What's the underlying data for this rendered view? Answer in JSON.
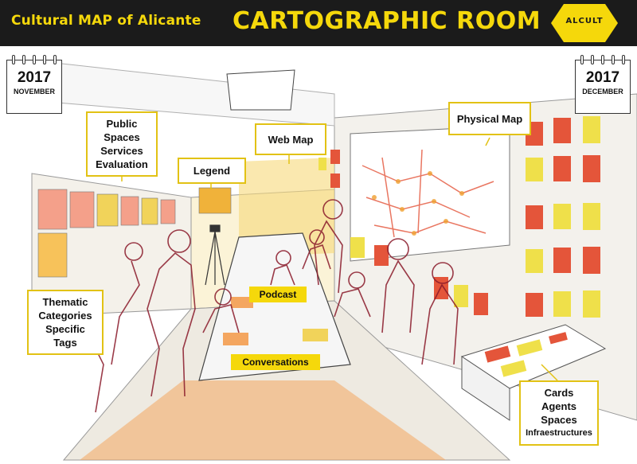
{
  "header": {
    "subtitle": "Cultural MAP of Alicante",
    "title": "CARTOGRAPHIC ROOM",
    "logo_text": "ALCULT"
  },
  "calendars": {
    "start": {
      "year": "2017",
      "month": "NOVEMBER"
    },
    "end": {
      "year": "2017",
      "month": "DECEMBER"
    }
  },
  "callouts": {
    "public_spaces": [
      "Public",
      "Spaces",
      "Services",
      "Evaluation"
    ],
    "legend": "Legend",
    "web_map": "Web Map",
    "physical_map": "Physical Map",
    "thematic": [
      "Thematic",
      "Categories",
      "Specific",
      "Tags"
    ],
    "cards": [
      "Cards",
      "Agents",
      "Spaces",
      "Infraestructures"
    ]
  },
  "labels": {
    "podcast": "Podcast",
    "conversations": "Conversations"
  },
  "colors": {
    "header_bg": "#1b1b1b",
    "accent_yellow": "#f5d80b",
    "callout_border": "#e2c214",
    "panel_red": "#e4553a",
    "panel_yellow": "#efe04a",
    "figure_outline": "#8a1a2a"
  }
}
